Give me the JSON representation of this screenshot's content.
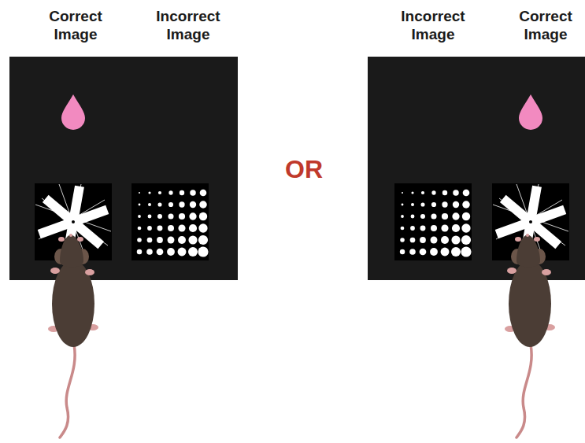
{
  "diagram": {
    "labels": [
      "Correct Image",
      "Incorrect Image",
      "OR",
      "Incorrect Image",
      "Correct Image"
    ]
  }
}
